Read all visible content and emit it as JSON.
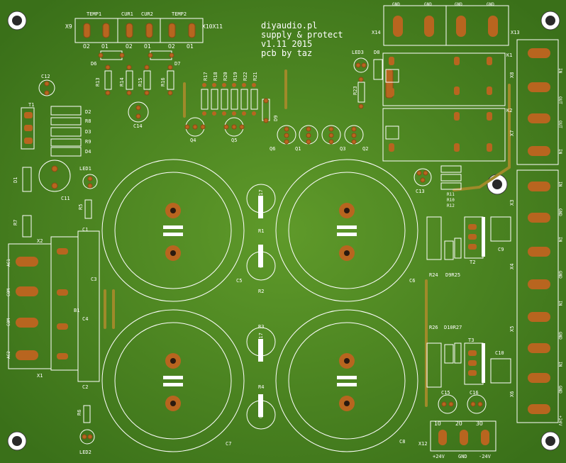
{
  "board": {
    "title_lines": [
      "diyaudio.pl",
      "supply & protect",
      "v1.11 2015",
      "pcb by taz"
    ],
    "colors": {
      "board": "#3f7a1e",
      "board_center": "#5f9a2a",
      "pad": "#b8651f",
      "silk": "#ffffff",
      "trace": "#a08a2a"
    }
  },
  "top_header": {
    "ref_left": "X9",
    "ref_right": "X10X11",
    "groups": [
      "TEMP1",
      "CUR1",
      "CUR2",
      "TEMP2"
    ],
    "pins": [
      "O2",
      "O1",
      "O2",
      "O1",
      "O2",
      "O1"
    ]
  },
  "top_right_header": {
    "ref_left": "X14",
    "ref_right": "X13",
    "labels": [
      "GND",
      "GND",
      "GND",
      "GND"
    ]
  },
  "right_connectors": {
    "x8": {
      "ref": "X8",
      "labels": [
        "IN",
        "OUT"
      ]
    },
    "x7": {
      "ref": "X7",
      "labels": [
        "OUT",
        "IN"
      ]
    },
    "x3": {
      "ref": "X3",
      "labels": [
        "IN",
        "GND",
        "IN"
      ]
    },
    "x4": {
      "ref": "X4",
      "labels": [
        "GND",
        "IN"
      ]
    },
    "x5": {
      "ref": "X5",
      "labels": [
        "GND",
        "IN"
      ]
    },
    "x6": {
      "ref": "X6",
      "labels": [
        "GND",
        "+24V"
      ]
    }
  },
  "left_connectors": {
    "labels": [
      "AC1",
      "COM",
      "COM",
      "AC2"
    ],
    "refs": [
      "X2",
      "X1"
    ]
  },
  "bottom_header": {
    "ref": "X12",
    "pins": [
      "1O",
      "2O",
      "3O"
    ],
    "labels": [
      "+24V",
      "GND",
      "-24V"
    ]
  },
  "caps_big": {
    "labels": [
      "C5",
      "C6",
      "C7",
      "C8"
    ],
    "value": "0017"
  },
  "refs": {
    "D6": "D6",
    "D7": "D7",
    "R13": "R13",
    "R14": "R14",
    "R15": "R15",
    "R16": "R16",
    "R17": "R17",
    "R18": "R18",
    "R20": "R20",
    "R19": "R19",
    "R22": "R22",
    "R21": "R21",
    "Q4": "Q4",
    "Q5": "Q5",
    "D9x": "D9",
    "Q6": "Q6",
    "Q1": "Q1",
    "Q3": "Q3",
    "Q2": "Q2",
    "LED3": "LED3",
    "D8": "D8",
    "R23": "R23",
    "K1": "K1",
    "K2": "K2",
    "C12": "C12",
    "T1": "T1",
    "D2": "D2",
    "R8": "R8",
    "D3": "D3",
    "R9": "R9",
    "D4": "D4",
    "D1": "D1",
    "C11": "C11",
    "LED1": "LED1",
    "R5": "R5",
    "R7": "R7",
    "C14": "C14",
    "C1": "C1",
    "C3": "C3",
    "B1": "B1",
    "C4": "C4",
    "C2": "C2",
    "R6": "R6",
    "LED2": "LED2",
    "R1": "R1",
    "R2": "R2",
    "R3": "R3",
    "R4": "R4",
    "C13": "C13",
    "R11": "R11",
    "R10": "R10",
    "R12": "R12",
    "R24": "R24",
    "D9": "D9R25",
    "T2": "T2",
    "C9": "C9",
    "R26": "R26",
    "D10": "D10R27",
    "T3": "T3",
    "C10": "C10",
    "C15": "C15",
    "C16": "C16"
  }
}
